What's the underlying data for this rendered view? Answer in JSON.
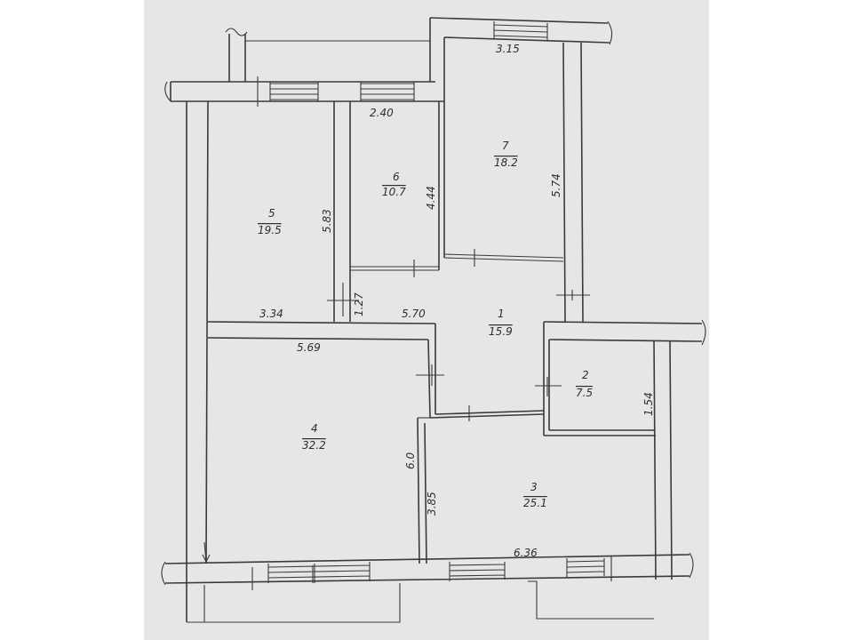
{
  "rooms": [
    {
      "number": "1",
      "area": "15.9"
    },
    {
      "number": "2",
      "area": "7.5"
    },
    {
      "number": "3",
      "area": "25.1"
    },
    {
      "number": "4",
      "area": "32.2"
    },
    {
      "number": "5",
      "area": "19.5"
    },
    {
      "number": "6",
      "area": "10.7"
    },
    {
      "number": "7",
      "area": "18.2"
    }
  ],
  "dimensions": {
    "top_right_width": "3.15",
    "room6_width": "2.40",
    "room7_height": "5.74",
    "room6_height": "4.44",
    "room5_height": "5.83",
    "corridor_gap": "1.27",
    "room5_width": "3.34",
    "hall_length": "5.70",
    "room4_width": "5.69",
    "room2_height": "1.54",
    "room4_height": "6.0",
    "room3_height": "3.85",
    "room3_width": "6.36"
  },
  "colors": {
    "paper": "#e6e6e6",
    "background": "#ffffff",
    "ink": "#3a3a3a"
  }
}
